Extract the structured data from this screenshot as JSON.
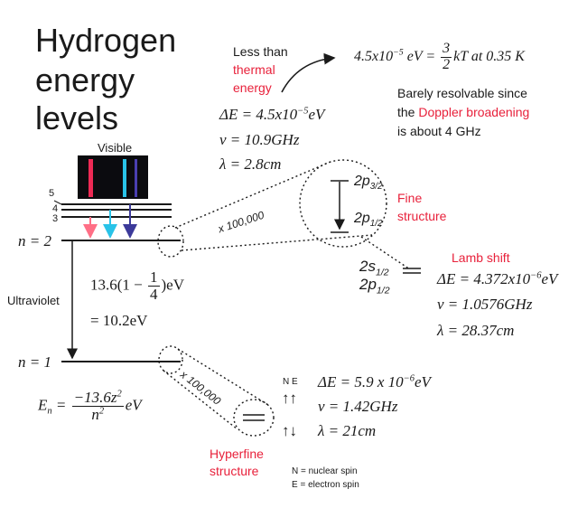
{
  "title_lines": [
    "Hydrogen",
    "energy",
    "levels"
  ],
  "visible_label": "Visible",
  "level_labels": {
    "n5": "5",
    "n4": "4",
    "n3": "3",
    "n2": "n = 2",
    "n1": "n = 1"
  },
  "ultraviolet_label": "Ultraviolet",
  "transition_energy": {
    "expr_prefix": "13.6(1 − ",
    "frac_num": "1",
    "frac_den": "4",
    "expr_suffix": ")eV",
    "result": "= 10.2eV"
  },
  "energy_formula": {
    "lhs": "E",
    "lhs_sub": "n",
    "num_a": "−13.6z",
    "num_sup": "2",
    "den_a": "n",
    "den_sup": "2",
    "unit": "eV"
  },
  "thermal_note": {
    "line1": "Less than",
    "line2": "thermal",
    "line3": "energy"
  },
  "thermal_expr": {
    "a": "4.5x10",
    "exp": "−5",
    "b": " eV = ",
    "frac_num": "3",
    "frac_den": "2",
    "c": "kT  at  0.35 K"
  },
  "fine_values": {
    "delta_prefix": "ΔE = 4.5x10",
    "delta_exp": "−5",
    "delta_unit": "eV",
    "freq": "ν = 10.9GHz",
    "wavelength": "λ = 2.8cm"
  },
  "doppler_note": {
    "line1": "Barely resolvable since",
    "line2_pre": "the ",
    "line2_red": "Doppler broadening",
    "line3": "is about 4 GHz"
  },
  "magnification": {
    "upper": "x 100,000",
    "lower": "x 100,000"
  },
  "fine_levels": {
    "p32_base": "2p",
    "p32_sub": "3/2",
    "p12_base": "2p",
    "p12_sub": "1/2"
  },
  "fine_structure_label": {
    "line1": "Fine",
    "line2": "structure"
  },
  "lamb": {
    "title": "Lamb shift",
    "s12_base": "2s",
    "s12_sub": "1/2",
    "p12_base": "2p",
    "p12_sub": "1/2",
    "delta_prefix": "ΔE = 4.372x10",
    "delta_exp": "−6",
    "delta_unit": "eV",
    "freq": "ν = 1.0576GHz",
    "wavelength": "λ = 28.37cm"
  },
  "hyperfine": {
    "spin_header": "N  E",
    "parallel_arrows": "↑↑",
    "anti_arrows": "↑↓",
    "delta_prefix": "ΔE = 5.9 x 10",
    "delta_exp": "−6",
    "delta_unit": "eV",
    "freq": "ν = 1.42GHz",
    "wavelength": "λ = 21cm",
    "label_line1": "Hyperfine",
    "label_line2": "structure",
    "legend_n": "N = nuclear spin",
    "legend_e": "E = electron spin"
  },
  "colors": {
    "accent_red": "#e8213b",
    "line_red": "#ee2a55",
    "line_pink": "#ff6f86",
    "line_cyan": "#29c3e8",
    "line_violet": "#3c3a9a",
    "ink": "#1a1a1a"
  }
}
